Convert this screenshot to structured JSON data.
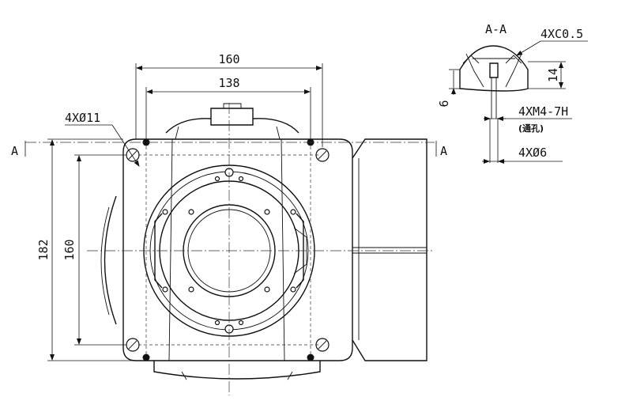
{
  "dimensions": {
    "outer_width": "160",
    "inner_width": "138",
    "outer_height": "182",
    "inner_height": "160",
    "mount_holes": "4XØ11",
    "section_label": "A-A",
    "chamfer": "4XC0.5",
    "depth": "14",
    "flange_thickness": "6",
    "thread": "4XM4-7H",
    "thread_note": "(通孔)",
    "pin_holes": "4XØ6"
  },
  "section_markers": {
    "left": "A",
    "right": "A"
  }
}
